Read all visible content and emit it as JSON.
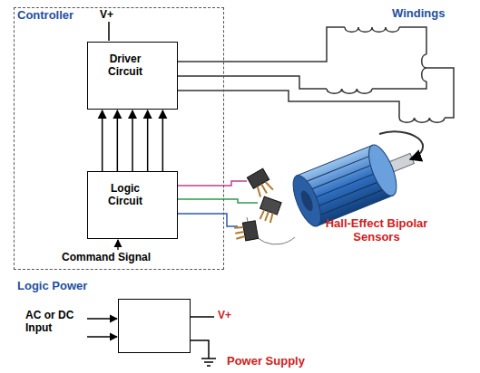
{
  "diagram": {
    "nodes": [
      {
        "text": [
          "Controller"
        ]
      },
      {
        "text": [
          "Driver Circuit"
        ],
        "in": 0
      },
      {
        "text": [
          "Logic Circuit"
        ],
        "in": 0
      },
      {
        "text": [
          "Logic Power"
        ]
      }
    ],
    "edges": [
      {
        "from": 2,
        "to": 1,
        "arrow": "to"
      },
      {
        "from": 2,
        "to": 1,
        "arrow": "to"
      },
      {
        "from": 2,
        "to": 1,
        "arrow": "to"
      },
      {
        "from": 2,
        "to": 1,
        "arrow": "to"
      },
      {
        "from": 2,
        "to": 1,
        "arrow": "to"
      }
    ],
    "labels": [
      "V+",
      "Windings",
      "Hall-Effect Bipolar Sensors",
      "Command Signal",
      "AC or DC Input",
      "V+",
      "Power Supply"
    ]
  }
}
